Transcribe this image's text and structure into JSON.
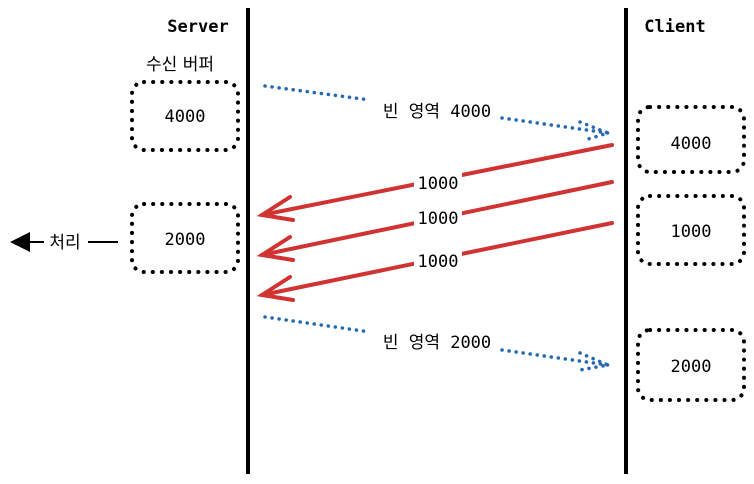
{
  "server": {
    "title": "Server",
    "buffer_label": "수신 버퍼",
    "buffers": [
      "4000",
      "2000"
    ],
    "process_label": "처리"
  },
  "client": {
    "title": "Client",
    "segments": [
      "4000",
      "1000",
      "2000"
    ]
  },
  "messages": {
    "window_1": "빈 영역 4000",
    "data": [
      "1000",
      "1000",
      "1000"
    ],
    "window_2": "빈 영역 2000"
  },
  "colors": {
    "window_update": "#2468b0",
    "data_transfer": "#d13232"
  }
}
